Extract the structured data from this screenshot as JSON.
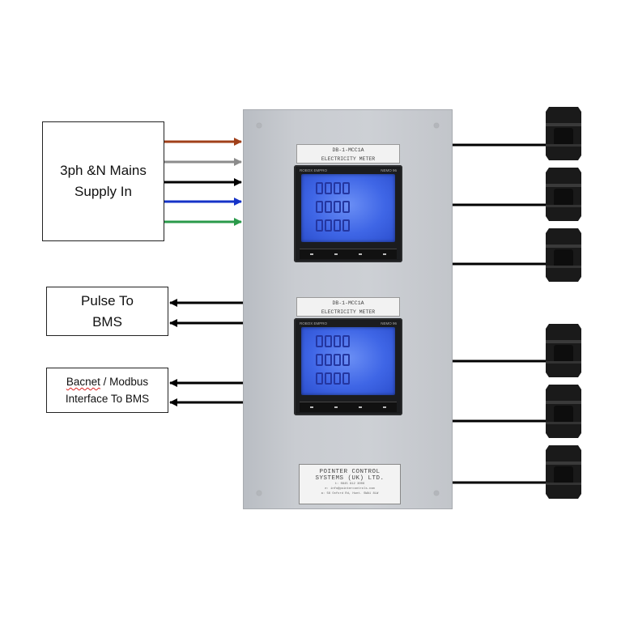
{
  "mains_box": {
    "line1": "3ph &N Mains",
    "line2": "Supply In"
  },
  "pulse_box": {
    "line1": "Pulse To",
    "line2": "BMS"
  },
  "bacnet_box": {
    "line1_word": "Bacnet",
    "line1_rest": " / Modbus",
    "line2": "Interface To BMS"
  },
  "meters": [
    {
      "label1": "DB-1-MCC1A",
      "label2": "ELECTRICITY METER",
      "brand": "ROBOX EMPRO",
      "model": "NEMO 96"
    },
    {
      "label1": "DB-1-MCC1A",
      "label2": "ELECTRICITY METER",
      "brand": "ROBOX EMPRO",
      "model": "NEMO 96"
    }
  ],
  "plate": {
    "line1": "POINTER CONTROL",
    "line2": "SYSTEMS (UK) LTD.",
    "line3": "t: 0845 812 3006",
    "line4": "e: info@pointercontrols.com",
    "line5": "a: 56 Oxford Rd, Hunt. SWA1 8LW"
  },
  "wire_colors": {
    "brown": "#a0401a",
    "grey": "#8c8c8c",
    "black": "#000000",
    "blue": "#1633c8",
    "green": "#2a9a4a"
  },
  "icons": [
    "current-transformer-icon"
  ]
}
